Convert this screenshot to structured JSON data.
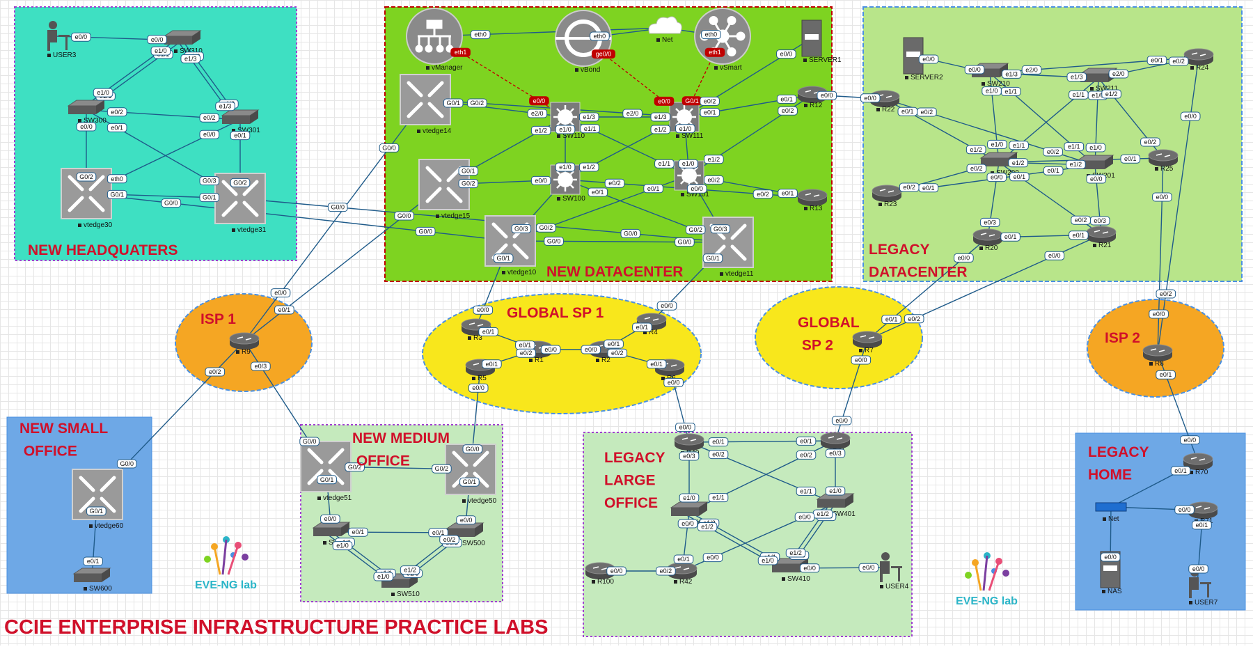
{
  "page_title": "CCIE ENTERPRISE INFRASTRUCTURE PRACTICE LABS",
  "colors": {
    "link": "#1f5b8a",
    "red_accent": "#d0102a",
    "teal_zone": "#3ee0c2",
    "green_zone": "#7ed321",
    "light_green_zone": "#b8e58a",
    "pale_green_zone": "#c5eabd",
    "blue_zone": "#6ea8e6",
    "orange_isp": "#f5a623",
    "yellow_sp": "#f8e71c"
  },
  "zones": [
    {
      "id": "hq",
      "title": "NEW HEADQUATERS"
    },
    {
      "id": "dc",
      "title": "NEW DATACENTER"
    },
    {
      "id": "legacy_dc",
      "title": "LEGACY\nDATACENTER"
    },
    {
      "id": "isp1",
      "title": "ISP 1"
    },
    {
      "id": "gsp1",
      "title": "GLOBAL SP 1"
    },
    {
      "id": "gsp2",
      "title": "GLOBAL\n SP 2"
    },
    {
      "id": "isp2",
      "title": "ISP 2"
    },
    {
      "id": "small",
      "title": "NEW SMALL\n      OFFICE"
    },
    {
      "id": "medium",
      "title": "NEW MEDIUM\n      OFFICE"
    },
    {
      "id": "large",
      "title": "LEGACY\nLARGE\nOFFICE"
    },
    {
      "id": "home",
      "title": "LEGACY\nHOME"
    }
  ],
  "logo": {
    "text": "EVE-NG lab"
  },
  "devices": [
    {
      "name": "USER3",
      "kind": "user"
    },
    {
      "name": "SW310",
      "kind": "switch"
    },
    {
      "name": "SW300",
      "kind": "switch"
    },
    {
      "name": "SW301",
      "kind": "switch"
    },
    {
      "name": "vtedge30",
      "kind": "vedge"
    },
    {
      "name": "vtedge31",
      "kind": "vedge"
    },
    {
      "name": "vManager",
      "kind": "vmanage"
    },
    {
      "name": "vBond",
      "kind": "vbond"
    },
    {
      "name": "Net",
      "kind": "cloud"
    },
    {
      "name": "vSmart",
      "kind": "vsmart"
    },
    {
      "name": "SERVER1",
      "kind": "server"
    },
    {
      "name": "vtedge14",
      "kind": "vedge"
    },
    {
      "name": "SW110",
      "kind": "l3switch"
    },
    {
      "name": "SW111",
      "kind": "l3switch"
    },
    {
      "name": "R12",
      "kind": "router"
    },
    {
      "name": "vtedge15",
      "kind": "vedge"
    },
    {
      "name": "SW100",
      "kind": "l3switch"
    },
    {
      "name": "SW101",
      "kind": "l3switch"
    },
    {
      "name": "R13",
      "kind": "router"
    },
    {
      "name": "vtedge10",
      "kind": "vedge"
    },
    {
      "name": "vtedge11",
      "kind": "vedge"
    },
    {
      "name": "SERVER2",
      "kind": "server"
    },
    {
      "name": "R22",
      "kind": "router"
    },
    {
      "name": "SW210",
      "kind": "switch"
    },
    {
      "name": "SW211",
      "kind": "switch"
    },
    {
      "name": "R24",
      "kind": "router"
    },
    {
      "name": "SW200",
      "kind": "switch"
    },
    {
      "name": "SW201",
      "kind": "switch"
    },
    {
      "name": "R23",
      "kind": "router"
    },
    {
      "name": "R25",
      "kind": "router"
    },
    {
      "name": "R20",
      "kind": "router"
    },
    {
      "name": "R21",
      "kind": "router"
    },
    {
      "name": "R9",
      "kind": "router"
    },
    {
      "name": "R3",
      "kind": "router"
    },
    {
      "name": "R1",
      "kind": "router"
    },
    {
      "name": "R2",
      "kind": "router"
    },
    {
      "name": "R4",
      "kind": "router"
    },
    {
      "name": "R5",
      "kind": "router"
    },
    {
      "name": "R6",
      "kind": "router"
    },
    {
      "name": "R7",
      "kind": "router"
    },
    {
      "name": "R8",
      "kind": "router"
    },
    {
      "name": "vtedge60",
      "kind": "vedge"
    },
    {
      "name": "SW600",
      "kind": "switch"
    },
    {
      "name": "vtedge51",
      "kind": "vedge"
    },
    {
      "name": "vtedge50",
      "kind": "vedge"
    },
    {
      "name": "SW501",
      "kind": "switch"
    },
    {
      "name": "SW500",
      "kind": "switch"
    },
    {
      "name": "SW510",
      "kind": "switch"
    },
    {
      "name": "R40",
      "kind": "router"
    },
    {
      "name": "R41",
      "kind": "router"
    },
    {
      "name": "SW400",
      "kind": "switch"
    },
    {
      "name": "SW401",
      "kind": "switch"
    },
    {
      "name": "R100",
      "kind": "router"
    },
    {
      "name": "R42",
      "kind": "router"
    },
    {
      "name": "SW410",
      "kind": "switch"
    },
    {
      "name": "USER4",
      "kind": "user"
    },
    {
      "name": "R70",
      "kind": "router"
    },
    {
      "name": "Net",
      "kind": "hub"
    },
    {
      "name": "R71",
      "kind": "router"
    },
    {
      "name": "NAS",
      "kind": "server"
    },
    {
      "name": "USER7",
      "kind": "user"
    }
  ],
  "links": [
    {
      "a": "USER3",
      "b": "SW310",
      "ports": [
        "e0/0",
        "e0/0"
      ]
    },
    {
      "a": "SW310",
      "b": "SW300",
      "ports": [
        "e1/1",
        "e1/1"
      ]
    },
    {
      "a": "SW310",
      "b": "SW300",
      "ports": [
        "e1/0",
        "e1/0"
      ]
    },
    {
      "a": "SW310",
      "b": "SW301",
      "ports": [
        "e1/2",
        "e1/2"
      ]
    },
    {
      "a": "SW310",
      "b": "SW301",
      "ports": [
        "e1/3",
        "e1/3"
      ]
    },
    {
      "a": "SW300",
      "b": "SW301",
      "ports": [
        "e0/2",
        "e0/2"
      ]
    },
    {
      "a": "SW300",
      "b": "vtedge30",
      "ports": [
        "e0/0",
        "G0/2"
      ]
    },
    {
      "a": "SW300",
      "b": "vtedge31",
      "ports": [
        "e0/1",
        "G0/3"
      ]
    },
    {
      "a": "SW301",
      "b": "vtedge31",
      "ports": [
        "e0/1",
        "G0/2"
      ]
    },
    {
      "a": "SW301",
      "b": "vtedge30",
      "ports": [
        "e0/0",
        "eth0"
      ]
    },
    {
      "a": "vtedge30",
      "b": "vtedge31",
      "ports": [
        "G0/1",
        "G0/1"
      ]
    },
    {
      "a": "vtedge30",
      "b": "vtedge10",
      "ports": [
        "G0/0",
        "G0/0"
      ]
    },
    {
      "a": "vtedge31",
      "b": "vtedge11",
      "ports": [
        "G0/0",
        "G0/0"
      ]
    },
    {
      "a": "vManager",
      "b": "Net",
      "ports": [
        "eth0",
        ""
      ]
    },
    {
      "a": "vBond",
      "b": "Net",
      "ports": [
        "eth0",
        ""
      ]
    },
    {
      "a": "Net",
      "b": "vSmart",
      "ports": [
        "",
        "eth0"
      ]
    },
    {
      "a": "vManager",
      "b": "SW110",
      "ports": [
        "eth1",
        "e0/0"
      ]
    },
    {
      "a": "vBond",
      "b": "SW111",
      "ports": [
        "ge0/0",
        "e0/0"
      ]
    },
    {
      "a": "vSmart",
      "b": "SW111",
      "ports": [
        "eth1",
        "G0/1"
      ]
    },
    {
      "a": "SERVER1",
      "b": "SW111",
      "ports": [
        "e0/0",
        "e0/2"
      ]
    },
    {
      "a": "vtedge14",
      "b": "SW110",
      "ports": [
        "G0/1",
        "e2/0"
      ]
    },
    {
      "a": "vtedge14",
      "b": "SW111",
      "ports": [
        "G0/2",
        "e2/0"
      ]
    },
    {
      "a": "SW110",
      "b": "SW111",
      "ports": [
        "e1/3",
        "e1/3"
      ]
    },
    {
      "a": "SW110",
      "b": "SW100",
      "ports": [
        "e1/0",
        "e1/0"
      ]
    },
    {
      "a": "SW110",
      "b": "SW101",
      "ports": [
        "e1/1",
        "e1/1"
      ]
    },
    {
      "a": "SW111",
      "b": "SW100",
      "ports": [
        "e1/2",
        "e1/2"
      ]
    },
    {
      "a": "SW111",
      "b": "SW101",
      "ports": [
        "e1/0",
        "e1/0"
      ]
    },
    {
      "a": "SW111",
      "b": "R12",
      "ports": [
        "e0/1",
        "e0/1"
      ]
    },
    {
      "a": "SW101",
      "b": "R12",
      "ports": [
        "e1/2",
        "e0/2"
      ]
    },
    {
      "a": "SW100",
      "b": "R13",
      "ports": [
        "e0/2",
        "e0/2"
      ]
    },
    {
      "a": "SW101",
      "b": "R13",
      "ports": [
        "e0/2",
        "e0/1"
      ]
    },
    {
      "a": "vtedge15",
      "b": "SW110",
      "ports": [
        "G0/1",
        "e1/2"
      ]
    },
    {
      "a": "vtedge15",
      "b": "SW100",
      "ports": [
        "G0/2",
        "e0/0"
      ]
    },
    {
      "a": "vtedge10",
      "b": "SW100",
      "ports": [
        "G0/3",
        ""
      ]
    },
    {
      "a": "vtedge10",
      "b": "SW101",
      "ports": [
        "G0/2",
        "e0/1"
      ]
    },
    {
      "a": "vtedge11",
      "b": "SW100",
      "ports": [
        "G0/2",
        "e0/1"
      ]
    },
    {
      "a": "vtedge11",
      "b": "SW101",
      "ports": [
        "G0/3",
        "e0/0"
      ]
    },
    {
      "a": "vtedge10",
      "b": "vtedge11",
      "ports": [
        "G0/0",
        "G0/0"
      ]
    },
    {
      "a": "R12",
      "b": "R22",
      "ports": [
        "e0/0",
        "e0/0"
      ]
    },
    {
      "a": "SERVER2",
      "b": "SW210",
      "ports": [
        "e0/0",
        "e0/0"
      ]
    },
    {
      "a": "R22",
      "b": "SW200",
      "ports": [
        "e0/1",
        "e1/2"
      ]
    },
    {
      "a": "R22",
      "b": "SW201",
      "ports": [
        "e0/2",
        "e0/2"
      ]
    },
    {
      "a": "SW210",
      "b": "SW211",
      "ports": [
        "e1/3",
        "e1/3"
      ]
    },
    {
      "a": "SW210",
      "b": "R24",
      "ports": [
        "e2/0",
        "e0/1"
      ]
    },
    {
      "a": "SW211",
      "b": "R24",
      "ports": [
        "e2/0",
        "e0/2"
      ]
    },
    {
      "a": "SW210",
      "b": "SW200",
      "ports": [
        "e1/0",
        "e1/0"
      ]
    },
    {
      "a": "SW210",
      "b": "SW201",
      "ports": [
        "e1/1",
        "e1/1"
      ]
    },
    {
      "a": "SW211",
      "b": "SW200",
      "ports": [
        "e1/1",
        "e1/1"
      ]
    },
    {
      "a": "SW211",
      "b": "SW201",
      "ports": [
        "e1/0",
        "e1/0"
      ]
    },
    {
      "a": "SW211",
      "b": "R25",
      "ports": [
        "e1/2",
        "e0/2"
      ]
    },
    {
      "a": "SW200",
      "b": "SW201",
      "ports": [
        "e1/2",
        "e1/2"
      ]
    },
    {
      "a": "SW200",
      "b": "R23",
      "ports": [
        "e0/2",
        "e0/2"
      ]
    },
    {
      "a": "SW200",
      "b": "R20",
      "ports": [
        "e0/0",
        "e0/3"
      ]
    },
    {
      "a": "SW200",
      "b": "R25",
      "ports": [
        "",
        "e0/1"
      ]
    },
    {
      "a": "SW201",
      "b": "R23",
      "ports": [
        "e0/1",
        "e0/1"
      ]
    },
    {
      "a": "SW201",
      "b": "R21",
      "ports": [
        "e0/0",
        "e0/3"
      ]
    },
    {
      "a": "SW200",
      "b": "R21",
      "ports": [
        "e0/1",
        "e0/2"
      ]
    },
    {
      "a": "R20",
      "b": "R21",
      "ports": [
        "e0/1",
        "e0/1"
      ]
    },
    {
      "a": "R25",
      "b": "R8",
      "ports": [
        "e0/0",
        "e0/0"
      ]
    },
    {
      "a": "R24",
      "b": "R8",
      "ports": [
        "e0/0",
        "e0/2"
      ]
    },
    {
      "a": "R20",
      "b": "R7",
      "ports": [
        "e0/0",
        "e0/1"
      ]
    },
    {
      "a": "R21",
      "b": "R7",
      "ports": [
        "e0/0",
        "e0/2"
      ]
    },
    {
      "a": "R9",
      "b": "vtedge14",
      "ports": [
        "e0/0",
        "G0/0"
      ]
    },
    {
      "a": "R9",
      "b": "vtedge15",
      "ports": [
        "e0/1",
        "G0/0"
      ]
    },
    {
      "a": "R9",
      "b": "vtedge60",
      "ports": [
        "e0/2",
        "G0/0"
      ]
    },
    {
      "a": "R9",
      "b": "vtedge51",
      "ports": [
        "e0/3",
        "G0/0"
      ]
    },
    {
      "a": "vtedge10",
      "b": "R3",
      "ports": [
        "G0/1",
        "e0/0"
      ]
    },
    {
      "a": "vtedge11",
      "b": "R4",
      "ports": [
        "G0/1",
        "e0/0"
      ]
    },
    {
      "a": "R3",
      "b": "R1",
      "ports": [
        "e0/1",
        "e0/1"
      ]
    },
    {
      "a": "R1",
      "b": "R2",
      "ports": [
        "e0/0",
        "e0/0"
      ]
    },
    {
      "a": "R2",
      "b": "R4",
      "ports": [
        "e0/1",
        "e0/1"
      ]
    },
    {
      "a": "R5",
      "b": "R1",
      "ports": [
        "e0/1",
        "e0/2"
      ]
    },
    {
      "a": "R2",
      "b": "R6",
      "ports": [
        "e0/2",
        "e0/1"
      ]
    },
    {
      "a": "R5",
      "b": "vtedge50",
      "ports": [
        "e0/0",
        "G0/0"
      ]
    },
    {
      "a": "R6",
      "b": "R40",
      "ports": [
        "e0/0",
        "e0/0"
      ]
    },
    {
      "a": "R7",
      "b": "R41",
      "ports": [
        "e0/0",
        "e0/0"
      ]
    },
    {
      "a": "R8",
      "b": "R70",
      "ports": [
        "e0/1",
        "e0/0"
      ]
    },
    {
      "a": "vtedge60",
      "b": "SW600",
      "ports": [
        "G0/1",
        "e0/1"
      ]
    },
    {
      "a": "vtedge51",
      "b": "vtedge50",
      "ports": [
        "G0/2",
        "G0/2"
      ]
    },
    {
      "a": "vtedge51",
      "b": "SW501",
      "ports": [
        "G0/1",
        "e0/0"
      ]
    },
    {
      "a": "vtedge50",
      "b": "SW500",
      "ports": [
        "G0/1",
        "e0/0"
      ]
    },
    {
      "a": "SW501",
      "b": "SW500",
      "ports": [
        "e0/1",
        "e0/1"
      ]
    },
    {
      "a": "SW501",
      "b": "SW510",
      "ports": [
        "e1/1",
        "e1/1"
      ]
    },
    {
      "a": "SW501",
      "b": "SW510",
      "ports": [
        "e1/0",
        "e1/0"
      ]
    },
    {
      "a": "SW500",
      "b": "SW510",
      "ports": [
        "e0/3",
        "e1/3"
      ]
    },
    {
      "a": "SW500",
      "b": "SW510",
      "ports": [
        "e0/2",
        "e1/2"
      ]
    },
    {
      "a": "R40",
      "b": "R41",
      "ports": [
        "e0/1",
        "e0/1"
      ]
    },
    {
      "a": "R40",
      "b": "SW401",
      "ports": [
        "e0/2",
        "e1/1"
      ]
    },
    {
      "a": "R41",
      "b": "SW400",
      "ports": [
        "e0/2",
        "e1/1"
      ]
    },
    {
      "a": "R40",
      "b": "SW400",
      "ports": [
        "e0/3",
        "e1/0"
      ]
    },
    {
      "a": "R41",
      "b": "SW401",
      "ports": [
        "e0/3",
        "e1/0"
      ]
    },
    {
      "a": "SW400",
      "b": "SW410",
      "ports": [
        "e1/3",
        "e1/1"
      ]
    },
    {
      "a": "SW400",
      "b": "SW410",
      "ports": [
        "e1/2",
        "e1/0"
      ]
    },
    {
      "a": "SW401",
      "b": "SW410",
      "ports": [
        "e1/3",
        "e1/3"
      ]
    },
    {
      "a": "SW401",
      "b": "SW410",
      "ports": [
        "e1/2",
        "e1/2"
      ]
    },
    {
      "a": "SW401",
      "b": "R42",
      "ports": [
        "e0/0",
        "e0/0"
      ]
    },
    {
      "a": "SW400",
      "b": "R42",
      "ports": [
        "e0/0",
        "e0/1"
      ]
    },
    {
      "a": "R100",
      "b": "R42",
      "ports": [
        "e0/0",
        "e0/2"
      ]
    },
    {
      "a": "SW410",
      "b": "USER4",
      "ports": [
        "e0/0",
        "e0/0"
      ]
    },
    {
      "a": "R70",
      "b": "Net",
      "ports": [
        "e0/1",
        ""
      ]
    },
    {
      "a": "Net",
      "b": "R71",
      "ports": [
        "",
        "e0/0"
      ]
    },
    {
      "a": "Net",
      "b": "NAS",
      "ports": [
        "",
        "e0/0"
      ]
    },
    {
      "a": "R71",
      "b": "USER7",
      "ports": [
        "e0/1",
        "e0/0"
      ]
    }
  ]
}
